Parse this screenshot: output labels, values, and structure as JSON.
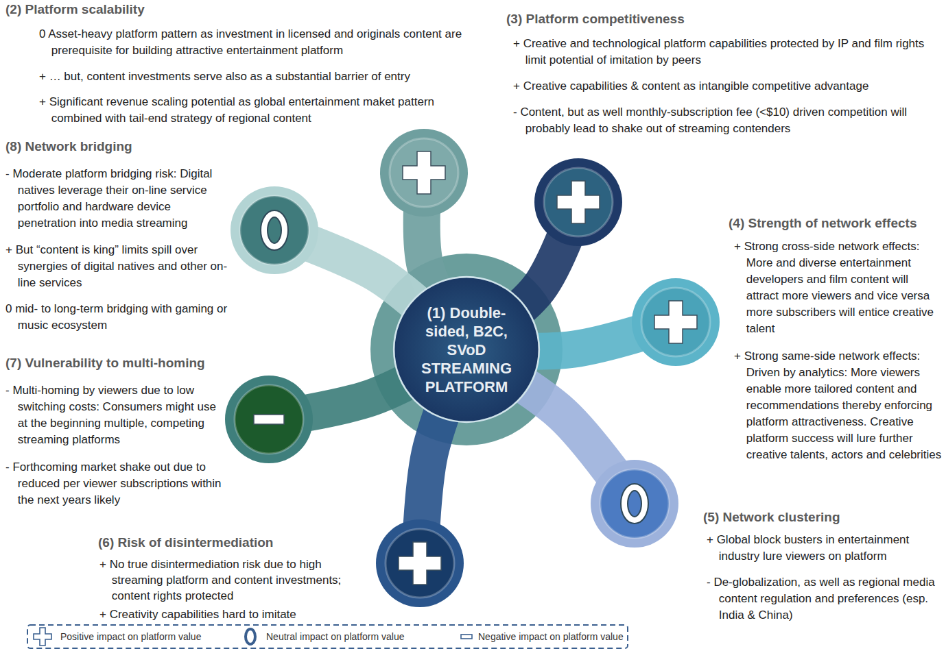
{
  "diagram": {
    "nodes": [
      {
        "text": [
          "(1) Double-sided, B2C, SVoD STREAMING PLATFORM"
        ]
      }
    ],
    "labels": [
      "(2) Platform scalability",
      "0 Asset-heavy platform pattern as investment in licensed and originals content are prerequisite for building attractive entertainment platform",
      "+ … but, content investments serve also as a substantial barrier of entry",
      "+ Significant revenue scaling potential as global entertainment maket pattern combined with tail-end strategy of regional content",
      "(3) Platform competitiveness",
      "+ Creative and technological platform capabilities protected by IP and film rights limit potential of imitation by peers",
      "+ Creative capabilities & content as intangible competitive advantage",
      "- Content, but as well monthly-subscription fee (<$10) driven competition will probably lead to shake out of streaming contenders",
      "(8) Network bridging",
      "- Moderate platform bridging risk: Digital natives leverage their on-line service portfolio and hardware device penetration into media streaming",
      "+ But “content is king” limits spill over synergies of digital natives and other on-line services",
      "0 mid- to long-term bridging with gaming or music ecosystem",
      "(4) Strength of network effects",
      "+ Strong cross-side network effects: More and diverse entertainment developers and film content will attract more viewers and vice versa more subscribers will entice creative talent",
      "+ Strong same-side network effects: Driven by analytics: More viewers enable more tailored content and recommendations thereby enforcing platform attractiveness. Creative platform success will lure further creative talents, actors and celebrities",
      "(7) Vulnerability to multi-homing",
      "- Multi-homing by viewers due to low switching costs: Consumers might use at the beginning multiple, competing streaming platforms",
      "- Forthcoming market shake out due to reduced per viewer subscriptions within the next years likely",
      "(5) Network clustering",
      "+ Global block busters in entertainment industry lure viewers on platform",
      "- De-globalization, as well as regional media content regulation and preferences (esp. India & China)",
      "(6) Risk of disintermediation",
      "+ No true disintermediation risk due to high streaming platform and content investments; content rights protected",
      "+ Creativity capabilities hard to imitate"
    ],
    "legend": [
      {
        "text": "Positive impact on platform value"
      },
      {
        "text": "Neutral impact on platform value"
      },
      {
        "text": "Negative impact on platform value"
      }
    ]
  }
}
